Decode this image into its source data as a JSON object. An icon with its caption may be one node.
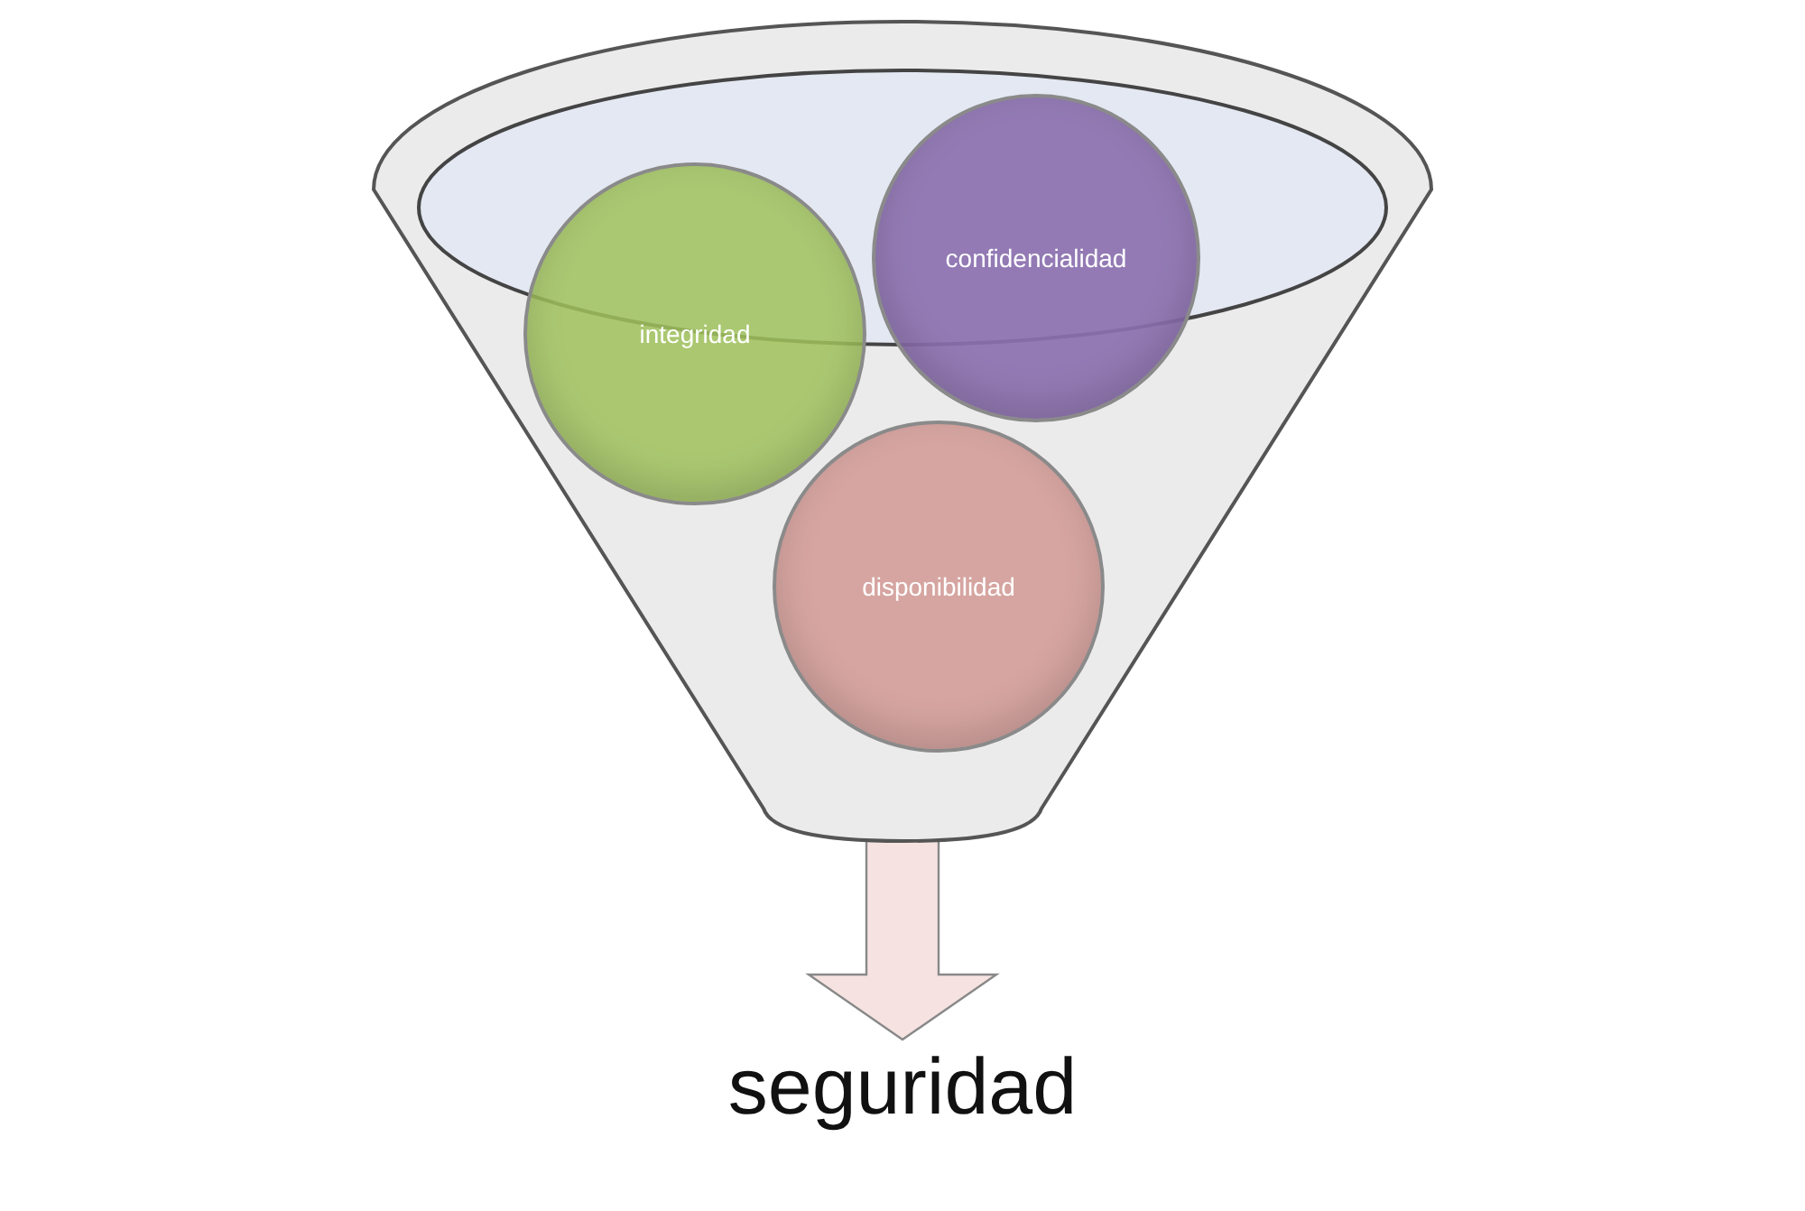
{
  "diagram": {
    "nodes": [
      {
        "text": [],
        "shape": "funnel"
      },
      {
        "text": [
          "integridad"
        ],
        "in": 0
      },
      {
        "text": [
          "confidencialidad"
        ],
        "in": 0
      },
      {
        "text": [
          "disponibilidad"
        ],
        "in": 0
      },
      {
        "text": [
          "seguridad"
        ]
      }
    ],
    "edges": [
      {
        "from": 0,
        "to": 4,
        "arrow": "to"
      }
    ]
  }
}
